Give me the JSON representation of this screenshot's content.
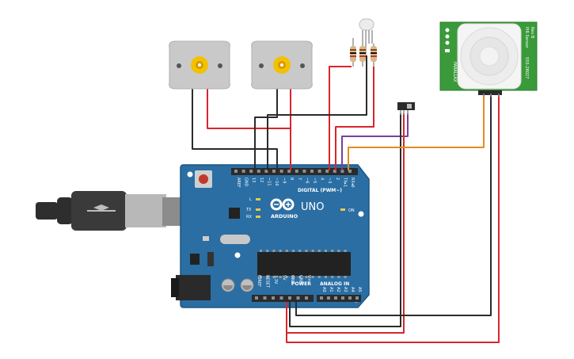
{
  "canvas": {
    "background": "#ffffff"
  },
  "colors": {
    "board": "#2a6ea3",
    "board_edge": "#1d5682",
    "header": "#2b2b2b",
    "wire_red": "#d8262c",
    "wire_black": "#2b2b2b",
    "wire_orange": "#e58b1f",
    "wire_purple": "#7a3fa0",
    "pir_pcb": "#3a9a3a",
    "motor_body": "#c9c9c9",
    "gear": "#f2c100"
  },
  "board": {
    "name": "ARDUINO",
    "model": "UNO",
    "digital_label": "DIGITAL (PWM~)",
    "power_label": "POWER",
    "analog_label": "ANALOG IN",
    "on_label": "ON",
    "digital_pins": [
      "AREF",
      "GND",
      "13",
      "12",
      "~11",
      "~10",
      "~9",
      "8",
      "7",
      "~6",
      "~5",
      "4",
      "~3",
      "2",
      "TX▸1",
      "RX◂0"
    ],
    "power_pins": [
      "IOREF",
      "RESET",
      "3.3V",
      "5V",
      "GND",
      "GND",
      "Vin"
    ],
    "analog_pins": [
      "A0",
      "A1",
      "A2",
      "A3",
      "A4",
      "A5"
    ],
    "led_labels": [
      "L",
      "TX",
      "RX"
    ]
  },
  "pir_sensor": {
    "brand": "PARALLAX",
    "title": "PIR Sensor",
    "revision": "Rev B",
    "part_number": "555-28027"
  },
  "components": {
    "motors": [
      "dc-motor-left",
      "dc-motor-right"
    ],
    "rgb_led": "rgb-led",
    "resistors": 3,
    "switch": "slide-switch",
    "usb": "usb-cable"
  }
}
